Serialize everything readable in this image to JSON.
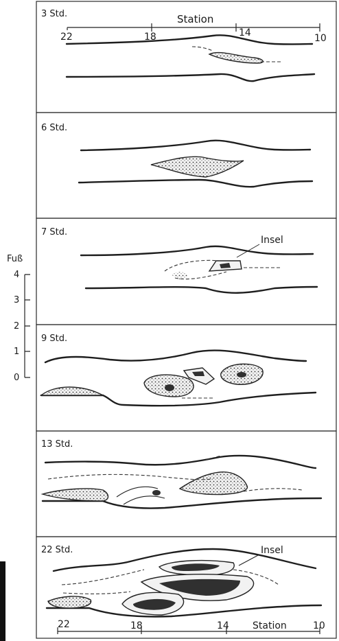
{
  "panels": [
    {
      "label": "3 Std."
    },
    {
      "label": "6 Std."
    },
    {
      "label": "7 Std.",
      "annotation": "Insel"
    },
    {
      "label": "9 Std."
    },
    {
      "label": "13 Std."
    },
    {
      "label": "22 Std.",
      "annotation": "Insel"
    }
  ],
  "top_axis": {
    "title": "Station",
    "ticks": [
      "22",
      "18",
      "14",
      "10"
    ]
  },
  "bottom_axis": {
    "title": "Station",
    "ticks": [
      "22",
      "18",
      "14",
      "10"
    ]
  },
  "depth_scale": {
    "unit": "Fuß",
    "ticks": [
      "4",
      "3",
      "2",
      "1",
      "0"
    ]
  }
}
